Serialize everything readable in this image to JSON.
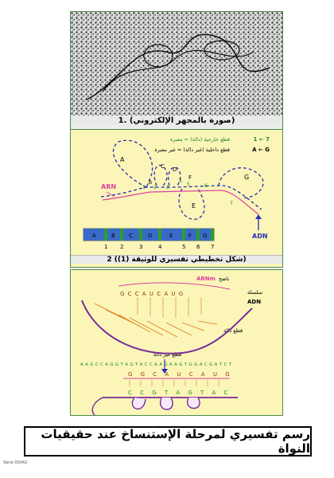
{
  "panel1": {
    "caption": "1. (صورة بالمجهر الإلكتروني)"
  },
  "panel2": {
    "legend": [
      {
        "key": "1 ← 7",
        "text": "قطع خارجية (دالة) = معبرة",
        "color": "#1a8a1a"
      },
      {
        "key": "A ← G",
        "text": "قطع داخلية (غير دالة) = غير معبرة",
        "color": "#000000"
      }
    ],
    "labels": {
      "arn": "ARN",
      "adn": "ADN",
      "loops": [
        "A",
        "B",
        "C",
        "D",
        "E",
        "F",
        "G"
      ],
      "exon_numbers": [
        "1",
        "2",
        "3",
        "4",
        "5",
        "6",
        "7"
      ]
    },
    "bar": {
      "segments": [
        "A",
        "B",
        "C",
        "D",
        "E",
        "F",
        "G"
      ],
      "numbers": [
        "1",
        "2",
        "3",
        "4",
        "5",
        "6",
        "7"
      ]
    },
    "caption": "2 (شكل تخطيطي تفسيري للوثيقة (1))"
  },
  "panel3": {
    "labels": {
      "arnm": "ARNm",
      "arnm_prefix": "ناضج",
      "strand": "سلسلة",
      "adn": "ADN",
      "functional": "قطع دالة",
      "nonfunctional": "قطع غير دالة"
    },
    "rna_top": "G C C A U C A U G",
    "dna_arc": "A A G C C A G G T A G T A C C A A G A A G T G G A C G A T C T",
    "rna_bottom": "G G C A U C A U G",
    "dna_bottom": "C C G T A G T A C"
  },
  "title": "رسم تفسيري لمرحلة الإستنساخ عند حقيقيات النواة",
  "footer_code": "Série 00042"
}
